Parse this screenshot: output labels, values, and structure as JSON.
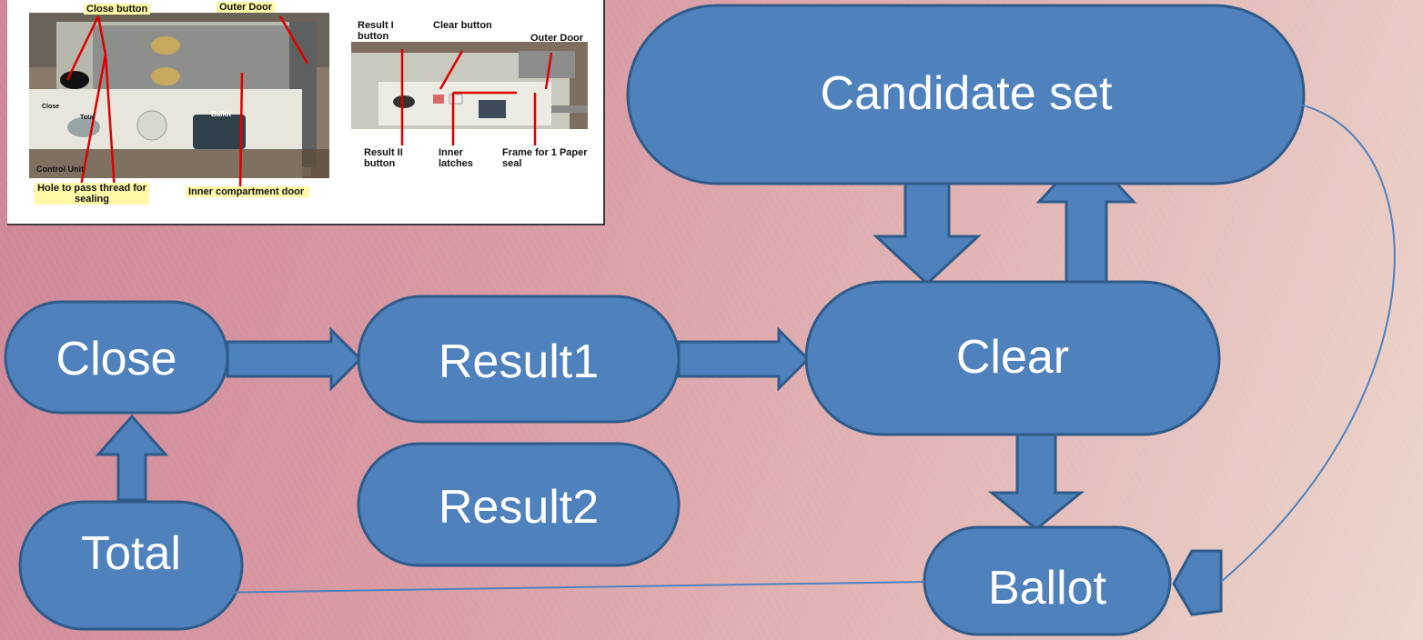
{
  "photo_inset": {
    "top_labels": [
      "Close button",
      "Outer Door"
    ],
    "unit_text": "Control Unit",
    "button_close": "Close",
    "button_total": "Total",
    "button_ballot": "Ballot",
    "bottom_left_labels": [
      "Hole to pass thread for sealing",
      "Inner compartment door"
    ],
    "right_top_labels": [
      "Result I button",
      "Clear button",
      "Outer Door"
    ],
    "right_bottom_labels": [
      "Result II button",
      "Inner latches",
      "Frame for 1 Paper seal"
    ]
  },
  "diagram": {
    "nodes": {
      "candidate_set": "Candidate set",
      "clear": "Clear",
      "close": "Close",
      "result1": "Result1",
      "result2": "Result2",
      "total": "Total",
      "ballot": "Ballot"
    },
    "colors": {
      "node_fill": "#4f81bd",
      "node_stroke": "#2e5b8a",
      "connector": "#4f81bd"
    }
  }
}
